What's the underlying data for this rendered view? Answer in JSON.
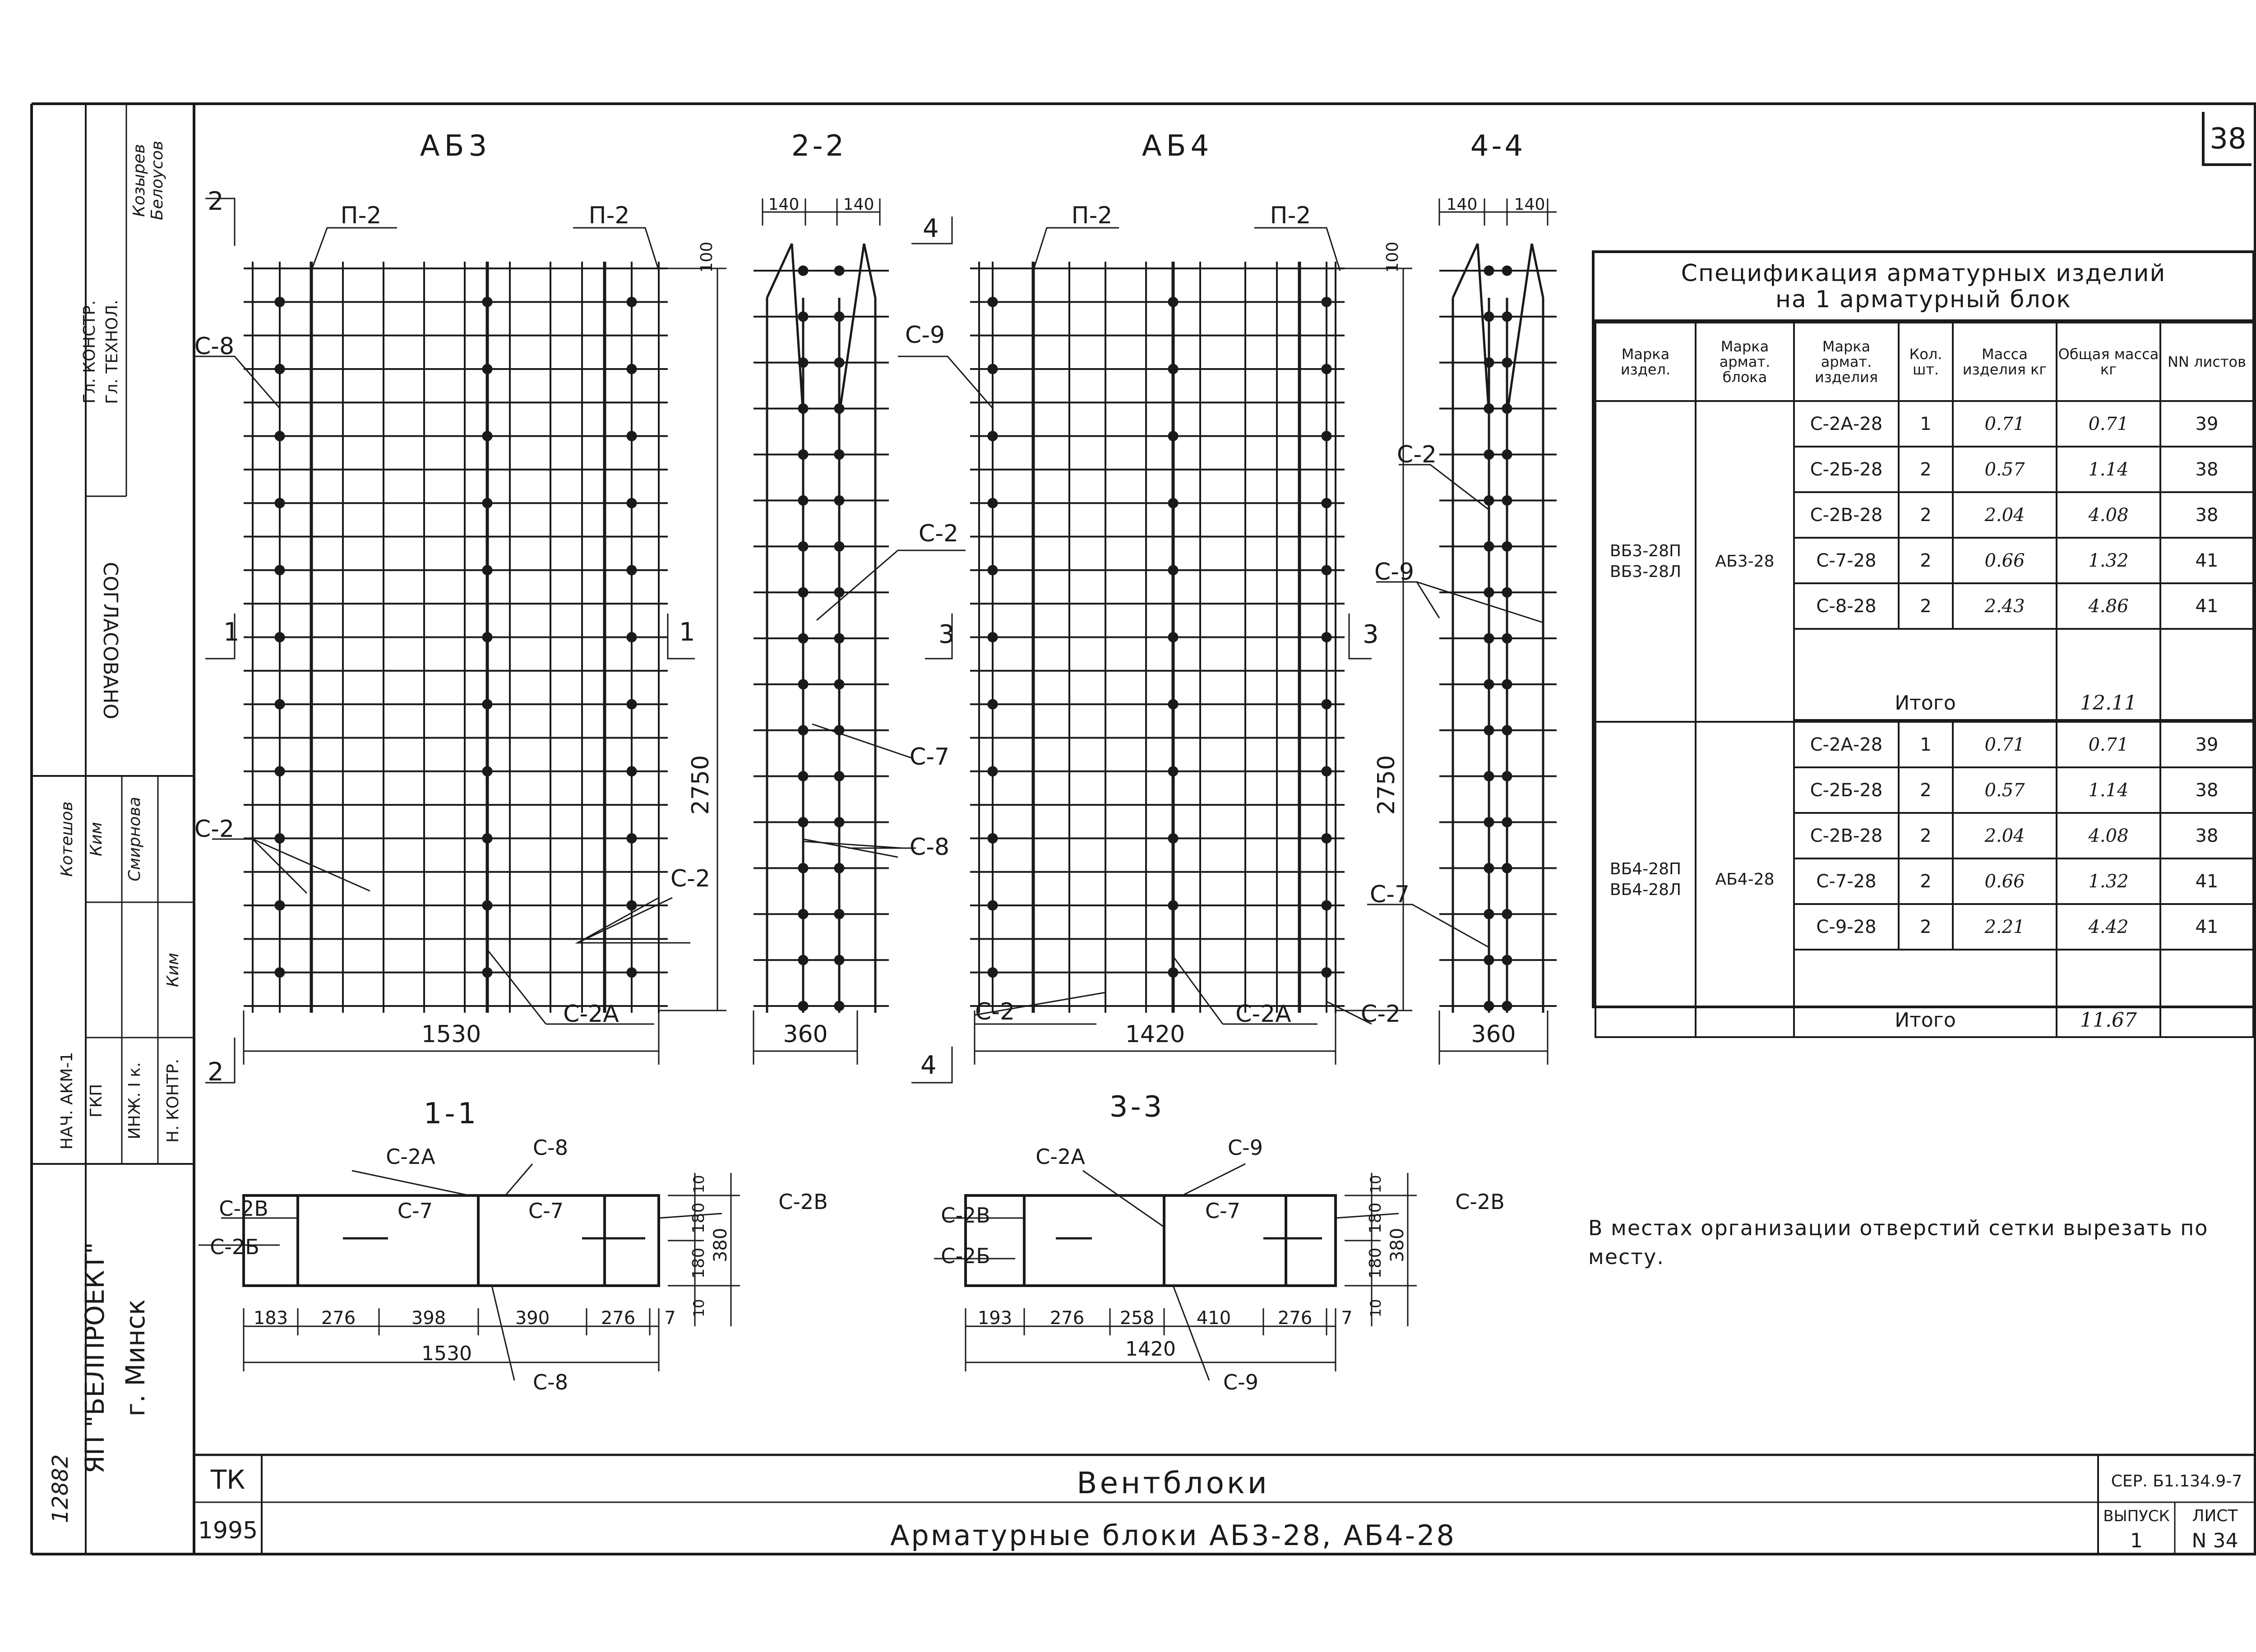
{
  "sheet": {
    "number": "38",
    "company": "ЯП \"БЕЛПРОЕКТ\"",
    "city": "г. Минск",
    "stamp": "12882",
    "agreed": "СОГЛАСОВАНО",
    "code": "ТК",
    "year": "1995"
  },
  "approvals": {
    "top": [
      {
        "role": "Гл. КОНСТР.",
        "name": "Козырев"
      },
      {
        "role": "Гл. ТЕХНОЛ.",
        "name": "Белоусов"
      }
    ],
    "bottom": [
      {
        "role": "НАЧ. АКМ-1",
        "name": "Котешов"
      },
      {
        "role": "ГКП",
        "name": "Ким"
      },
      {
        "role": "ИНЖ. I к.",
        "name": "Смирнова"
      },
      {
        "role": "Н. КОНТР.",
        "name": "Ким"
      }
    ]
  },
  "title_block": {
    "title": "Вентблоки",
    "subtitle": "Арматурные блоки АБ3-28, АБ4-28",
    "series": "СЕР. Б1.134.9-7",
    "issue_label": "ВЫПУСК",
    "issue": "1",
    "sheet_label": "ЛИСТ",
    "sheet": "N 34"
  },
  "drawings": {
    "ab3": {
      "title": "АБ3",
      "marks": {
        "p2a": "П-2",
        "p2b": "П-2",
        "c8": "С-8",
        "c2a": "С-2",
        "c2b": "С-2",
        "c2A": "С-2А"
      },
      "dims": {
        "width": "1530",
        "height": "2750",
        "top": "100"
      },
      "section_marks": {
        "s1": "1",
        "s2": "2"
      }
    },
    "sec22": {
      "title": "2-2",
      "dims": {
        "w": "360",
        "a": "140",
        "b": "140"
      },
      "marks": {
        "c2": "С-2",
        "c7": "С-7",
        "c8": "С-8"
      }
    },
    "ab4": {
      "title": "АБ4",
      "marks": {
        "p2a": "П-2",
        "p2b": "П-2",
        "c9": "С-9",
        "c2a": "С-2",
        "c2b": "С-2",
        "c2A": "С-2А"
      },
      "dims": {
        "width": "1420",
        "height": "2750",
        "top": "100"
      },
      "section_marks": {
        "s3": "3",
        "s4": "4"
      }
    },
    "sec44": {
      "title": "4-4",
      "dims": {
        "w": "360",
        "a": "140",
        "b": "140"
      },
      "marks": {
        "c2": "С-2",
        "c9": "С-9",
        "c7": "С-7"
      }
    },
    "sec11": {
      "title": "1-1",
      "marks": {
        "c2A": "С-2А",
        "c8top": "С-8",
        "c2B": "С-2В",
        "c7a": "С-7",
        "c7b": "С-7",
        "c2Bright": "С-2В",
        "c2b": "С-2Б",
        "c8bot": "С-8"
      },
      "dims": [
        "183",
        "276",
        "398",
        "390",
        "276",
        "7"
      ],
      "total": "1530",
      "vert": {
        "d10a": "10",
        "d180a": "180",
        "d180b": "180",
        "d10b": "10",
        "total": "380"
      }
    },
    "sec33": {
      "title": "3-3",
      "marks": {
        "c2A": "С-2А",
        "c9top": "С-9",
        "c2B": "С-2В",
        "c7": "С-7",
        "c2Bright": "С-2В",
        "c2b": "С-2Б",
        "c9bot": "С-9"
      },
      "dims": [
        "193",
        "276",
        "258",
        "410",
        "276",
        "7"
      ],
      "total": "1420",
      "vert": {
        "d10a": "10",
        "d180a": "180",
        "d180b": "180",
        "d10b": "10",
        "total": "380"
      }
    }
  },
  "spec": {
    "title_line1": "Спецификация арматурных изделий",
    "title_line2": "на 1 арматурный блок",
    "headers": [
      "Марка издел.",
      "Марка армат. блока",
      "Марка армат. изделия",
      "Кол. шт.",
      "Масса изделия кг",
      "Общая масса кг",
      "NN листов"
    ],
    "groups": [
      {
        "item": "ВБ3-28П ВБ3-28Л",
        "block": "АБ3-28",
        "rows": [
          {
            "mark": "С-2А-28",
            "qty": "1",
            "mass": "0.71",
            "total": "0.71",
            "sheet": "39"
          },
          {
            "mark": "С-2Б-28",
            "qty": "2",
            "mass": "0.57",
            "total": "1.14",
            "sheet": "38"
          },
          {
            "mark": "С-2В-28",
            "qty": "2",
            "mass": "2.04",
            "total": "4.08",
            "sheet": "38"
          },
          {
            "mark": "С-7-28",
            "qty": "2",
            "mass": "0.66",
            "total": "1.32",
            "sheet": "41"
          },
          {
            "mark": "С-8-28",
            "qty": "2",
            "mass": "2.43",
            "total": "4.86",
            "sheet": "41"
          }
        ],
        "total_label": "Итого",
        "total": "12.11"
      },
      {
        "item": "ВБ4-28П ВБ4-28Л",
        "block": "АБ4-28",
        "rows": [
          {
            "mark": "С-2А-28",
            "qty": "1",
            "mass": "0.71",
            "total": "0.71",
            "sheet": "39"
          },
          {
            "mark": "С-2Б-28",
            "qty": "2",
            "mass": "0.57",
            "total": "1.14",
            "sheet": "38"
          },
          {
            "mark": "С-2В-28",
            "qty": "2",
            "mass": "2.04",
            "total": "4.08",
            "sheet": "38"
          },
          {
            "mark": "С-7-28",
            "qty": "2",
            "mass": "0.66",
            "total": "1.32",
            "sheet": "41"
          },
          {
            "mark": "С-9-28",
            "qty": "2",
            "mass": "2.21",
            "total": "4.42",
            "sheet": "41"
          }
        ],
        "total_label": "Итого",
        "total": "11.67"
      }
    ]
  },
  "note": "В местах организации отверстий сетки вырезать по месту."
}
